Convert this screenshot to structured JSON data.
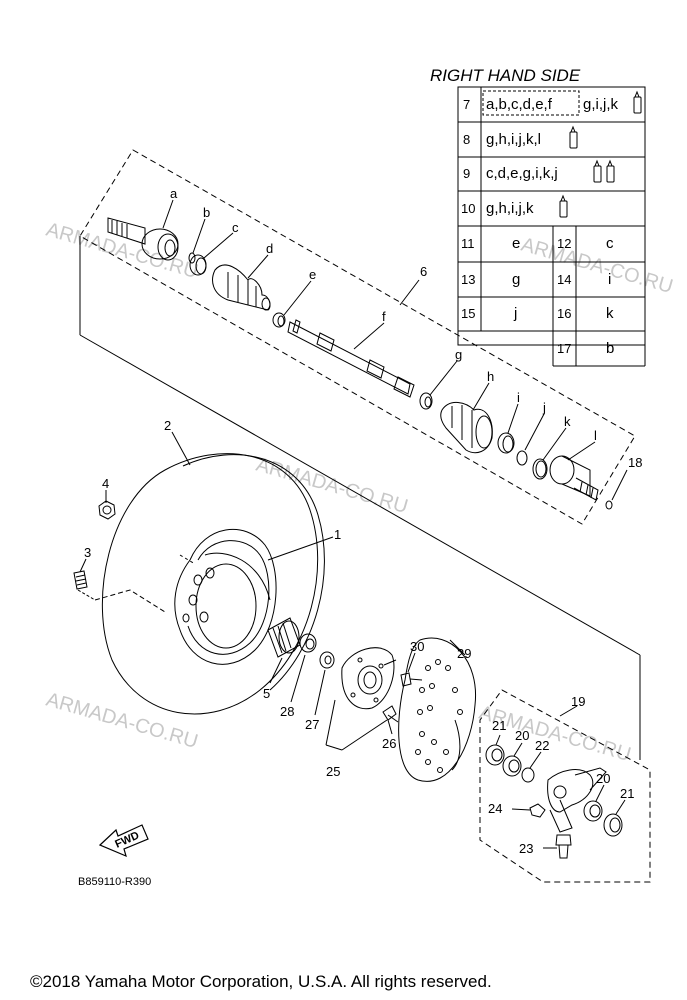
{
  "watermark": "ARMADA-CO.RU",
  "table": {
    "title": "RIGHT HAND SIDE",
    "rows_wide": [
      {
        "num": "7",
        "text": "a,b,c,d,e,f",
        "extra": "g,i,j,k"
      },
      {
        "num": "8",
        "text": "g,h,i,j,k,l",
        "extra": ""
      },
      {
        "num": "9",
        "text": "c,d,e,g,i,k,j",
        "extra": ""
      },
      {
        "num": "10",
        "text": "g,h,i,j,k",
        "extra": ""
      }
    ],
    "rows_grid": [
      {
        "n1": "11",
        "v1": "e",
        "n2": "12",
        "v2": "c"
      },
      {
        "n1": "13",
        "v1": "g",
        "n2": "14",
        "v2": "i"
      },
      {
        "n1": "15",
        "v1": "j",
        "n2": "16",
        "v2": "k"
      },
      {
        "n1": "",
        "v1": "",
        "n2": "17",
        "v2": "b"
      }
    ]
  },
  "callouts": {
    "a": "a",
    "b": "b",
    "c": "c",
    "d": "d",
    "e": "e",
    "f": "f",
    "g": "g",
    "h": "h",
    "i": "i",
    "j": "j",
    "k": "k",
    "l": "l",
    "n1": "1",
    "n2": "2",
    "n3": "3",
    "n4": "4",
    "n5": "5",
    "n6": "6",
    "n18": "18",
    "n19": "19",
    "n20a": "20",
    "n20b": "20",
    "n21a": "21",
    "n21b": "21",
    "n22": "22",
    "n23": "23",
    "n24": "24",
    "n25": "25",
    "n26": "26",
    "n27": "27",
    "n28": "28",
    "n29": "29",
    "n30": "30"
  },
  "fwd_label": "FWD",
  "diagram_code": "B859110-R390",
  "copyright": "©2018 Yamaha Motor Corporation, U.S.A. All rights reserved."
}
